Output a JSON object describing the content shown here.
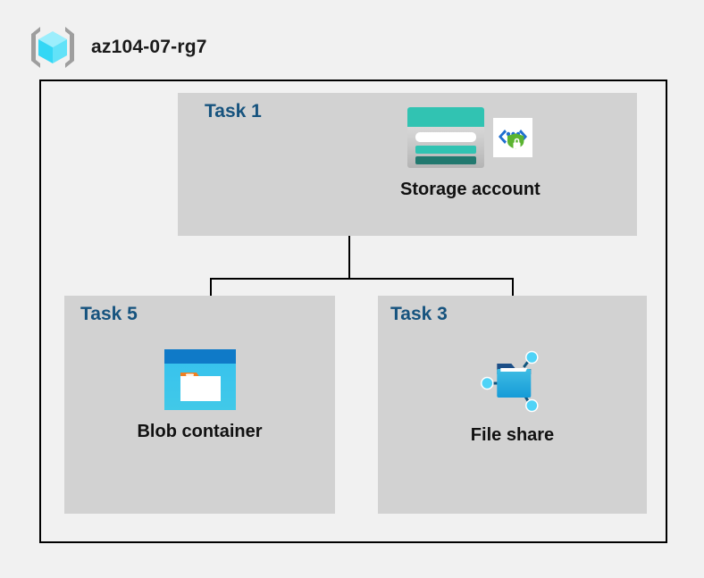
{
  "resource_group": {
    "name": "az104-07-rg7",
    "icon": "resource-group-cube-icon"
  },
  "diagram": {
    "type": "azure-architecture",
    "background_color": "#f1f1f1",
    "boundary_color": "#000000",
    "panel_color": "#d2d2d2",
    "task_label_color": "#16537e",
    "panels": [
      {
        "task_label": "Task 1",
        "node_caption": "Storage account",
        "icons": [
          "storage-account-icon",
          "secure-api-shield-icon"
        ]
      },
      {
        "task_label": "Task 5",
        "node_caption": "Blob container",
        "icons": [
          "blob-container-icon"
        ]
      },
      {
        "task_label": "Task 3",
        "node_caption": "File share",
        "icons": [
          "file-share-icon"
        ]
      }
    ],
    "connections": [
      {
        "from": "Storage account",
        "to": "Blob container"
      },
      {
        "from": "Storage account",
        "to": "File share"
      }
    ]
  }
}
